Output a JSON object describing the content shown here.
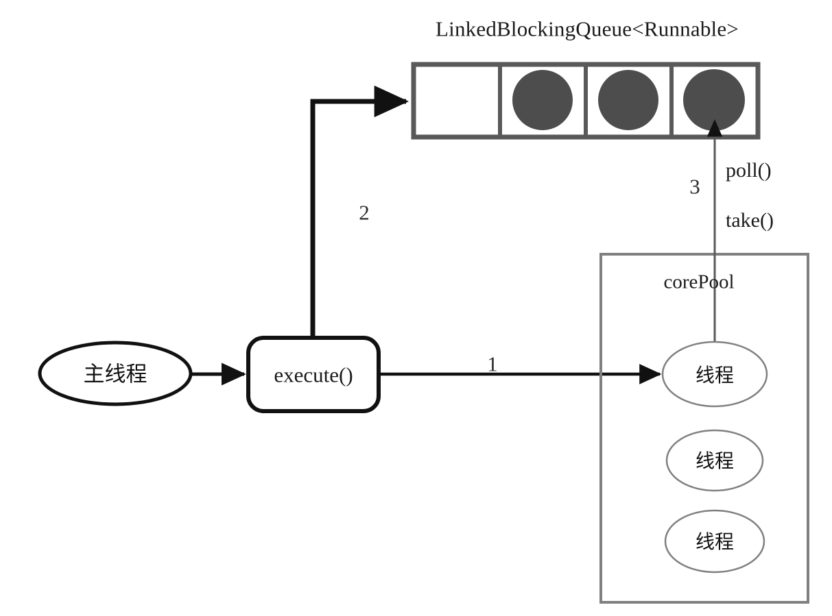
{
  "diagram": {
    "title": "LinkedBlockingQueue<Runnable>",
    "type": "flow-diagram",
    "colors": {
      "stroke_dark": "#1a1a1a",
      "stroke_gray": "#595959",
      "task_fill": "#4d4d4d",
      "background": "#ffffff",
      "pool_border": "#808080"
    },
    "queue": {
      "label": "LinkedBlockingQueue<Runnable>",
      "cell_count": 4,
      "cells": [
        {
          "name": "queue-cell-1",
          "occupied": false,
          "task": ""
        },
        {
          "name": "queue-cell-2",
          "occupied": true,
          "task": "Runnable"
        },
        {
          "name": "queue-cell-3",
          "occupied": true,
          "task": "Runnable"
        },
        {
          "name": "queue-cell-4",
          "occupied": true,
          "task": "Runnable"
        }
      ]
    },
    "nodes": {
      "main_thread": {
        "label": "主线程",
        "shape": "ellipse"
      },
      "execute": {
        "label": "execute()",
        "shape": "rounded-rect"
      },
      "core_pool": {
        "label": "corePool",
        "shape": "rect"
      },
      "threads": [
        {
          "label": "线程",
          "shape": "ellipse"
        },
        {
          "label": "线程",
          "shape": "ellipse"
        },
        {
          "label": "线程",
          "shape": "ellipse"
        }
      ]
    },
    "edges": [
      {
        "id": "edge-main-to-execute",
        "from": "主线程",
        "to": "execute()",
        "label": ""
      },
      {
        "id": "edge-execute-to-thread",
        "from": "execute()",
        "to": "线程",
        "label": "1"
      },
      {
        "id": "edge-execute-to-queue",
        "from": "execute()",
        "to": "LinkedBlockingQueue",
        "label": "2"
      },
      {
        "id": "edge-thread-to-queue",
        "from": "线程",
        "to": "LinkedBlockingQueue",
        "label": "3"
      }
    ],
    "labels": {
      "step_one": "1",
      "step_two": "2",
      "step_three": "3",
      "poll": "poll()",
      "take": "take()"
    }
  }
}
